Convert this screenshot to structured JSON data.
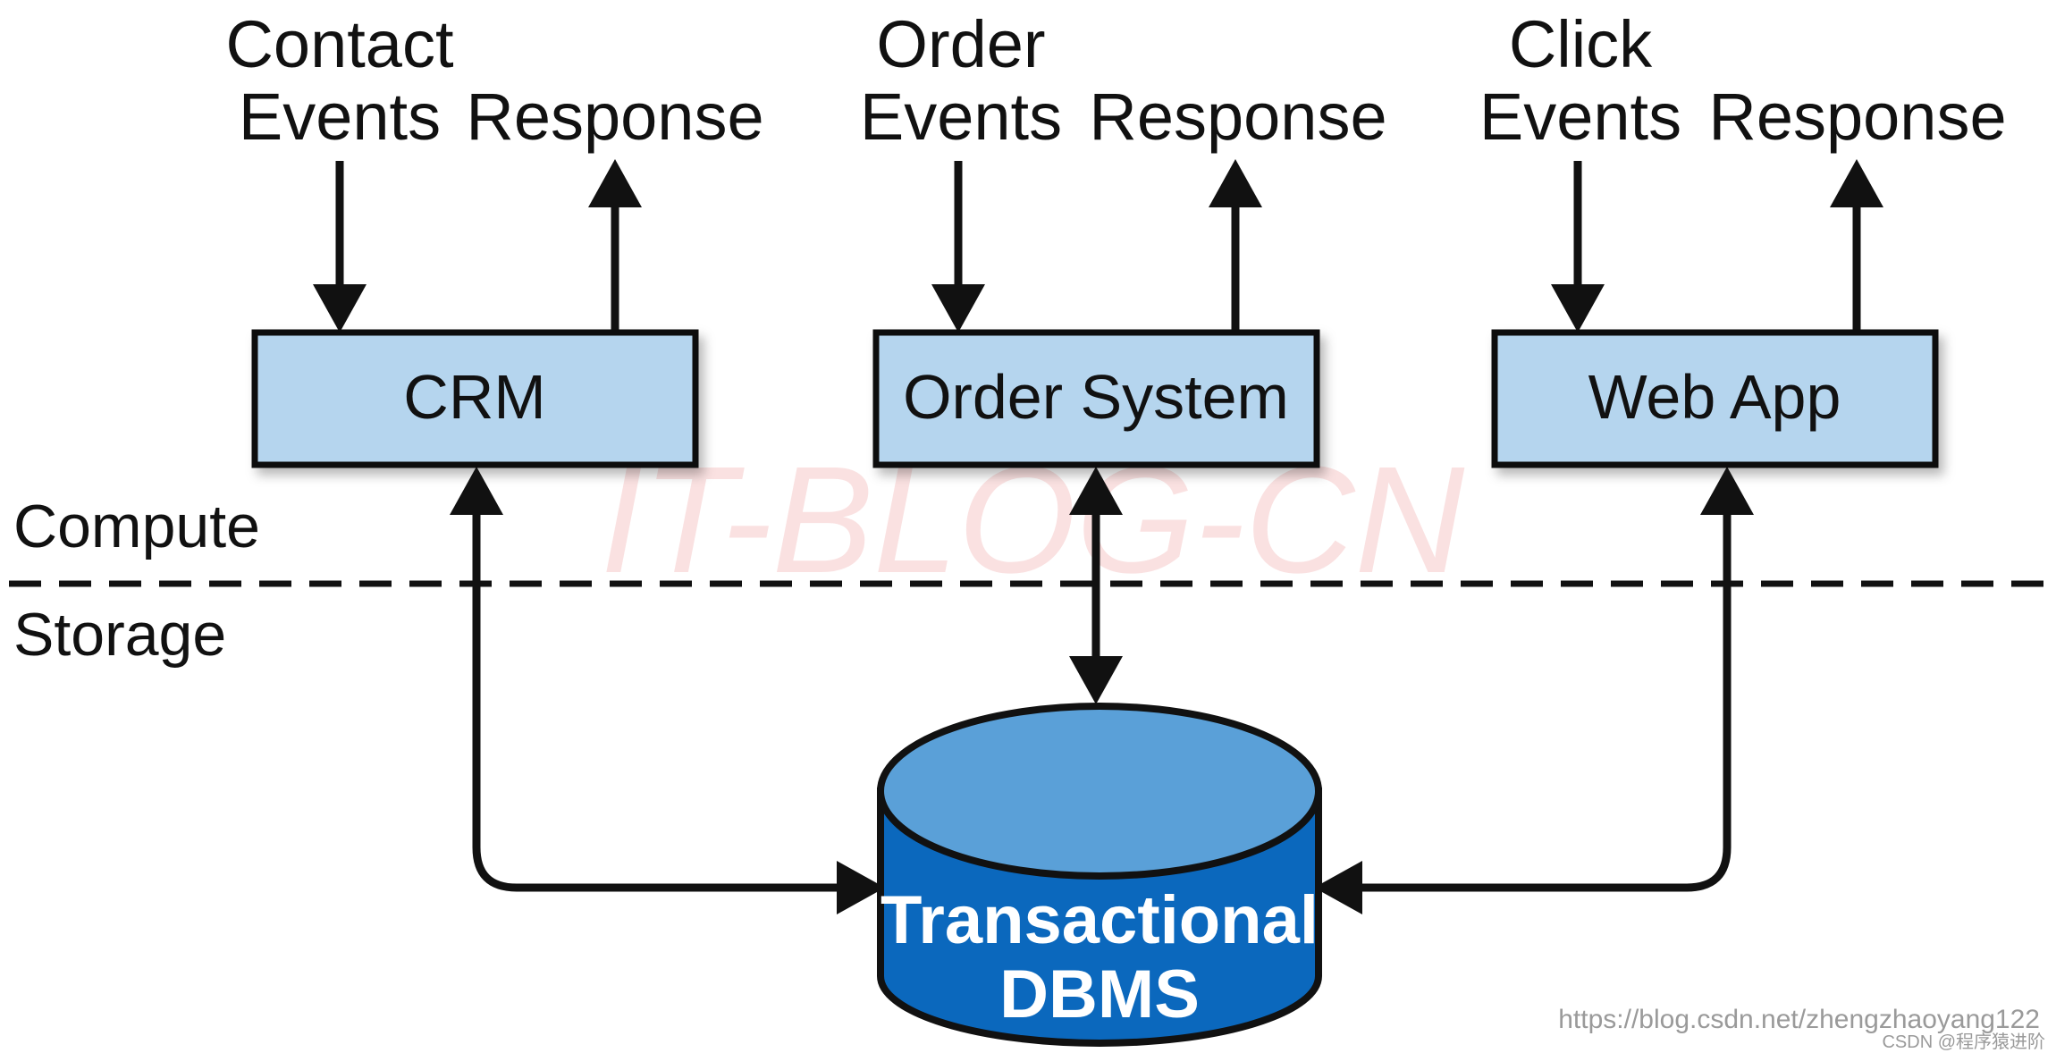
{
  "systems": [
    {
      "id": "crm",
      "name": "CRM",
      "input": [
        "Contact",
        "Events"
      ],
      "output": "Response"
    },
    {
      "id": "order",
      "name": "Order System",
      "input": [
        "Order",
        "Events"
      ],
      "output": "Response"
    },
    {
      "id": "web",
      "name": "Web App",
      "input": [
        "Click",
        "Events"
      ],
      "output": "Response"
    }
  ],
  "layers": {
    "top": "Compute",
    "bottom": "Storage"
  },
  "database": {
    "line1": "Transactional",
    "line2": "DBMS"
  },
  "watermark": "IT-BLOG-CN",
  "credits": {
    "url": "https://blog.csdn.net/zhengzhaoyang122",
    "author": "CSDN @程序猿进阶"
  },
  "colors": {
    "box_fill": "#b5d5ee",
    "box_border": "#111111",
    "db_top": "#5aa0d8",
    "db_body": "#0b68bd",
    "line": "#111111"
  }
}
